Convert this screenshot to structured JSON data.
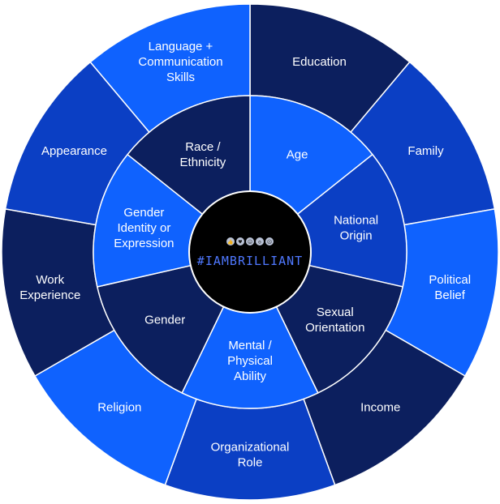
{
  "colors": {
    "navy": "#0c1f5e",
    "royal": "#0b3fc4",
    "bright": "#0f62fe",
    "dark_royal": "#0a2f9e",
    "hub": "#000000",
    "divider": "#ffffff",
    "hub_text": "#4f78ff"
  },
  "hub": {
    "hashtag": "#IAMBRILLIANT",
    "icons": [
      "thumbs-up-icon",
      "heart-icon",
      "smile-icon",
      "wow-icon",
      "angry-icon"
    ]
  },
  "inner_ring": [
    {
      "key": "age",
      "lines": [
        "Age"
      ],
      "color": "bright"
    },
    {
      "key": "national-origin",
      "lines": [
        "National",
        "Origin"
      ],
      "color": "royal"
    },
    {
      "key": "sexual-orientation",
      "lines": [
        "Sexual",
        "Orientation"
      ],
      "color": "navy"
    },
    {
      "key": "mental-physical-ability",
      "lines": [
        "Mental /",
        "Physical",
        "Ability"
      ],
      "color": "bright"
    },
    {
      "key": "gender",
      "lines": [
        "Gender"
      ],
      "color": "navy"
    },
    {
      "key": "gender-identity",
      "lines": [
        "Gender",
        "Identity or",
        "Expression"
      ],
      "color": "bright"
    },
    {
      "key": "race-ethnicity",
      "lines": [
        "Race /",
        "Ethnicity"
      ],
      "color": "navy"
    }
  ],
  "outer_ring": [
    {
      "key": "education",
      "lines": [
        "Education"
      ],
      "color": "navy"
    },
    {
      "key": "family",
      "lines": [
        "Family"
      ],
      "color": "royal"
    },
    {
      "key": "political-belief",
      "lines": [
        "Political",
        "Belief"
      ],
      "color": "bright"
    },
    {
      "key": "income",
      "lines": [
        "Income"
      ],
      "color": "navy"
    },
    {
      "key": "organizational-role",
      "lines": [
        "Organizational",
        "Role"
      ],
      "color": "royal"
    },
    {
      "key": "religion",
      "lines": [
        "Religion"
      ],
      "color": "bright"
    },
    {
      "key": "work-experience",
      "lines": [
        "Work",
        "Experience"
      ],
      "color": "navy"
    },
    {
      "key": "appearance",
      "lines": [
        "Appearance"
      ],
      "color": "royal"
    },
    {
      "key": "language-communication",
      "lines": [
        "Language +",
        "Communication",
        "Skills"
      ],
      "color": "bright"
    }
  ]
}
